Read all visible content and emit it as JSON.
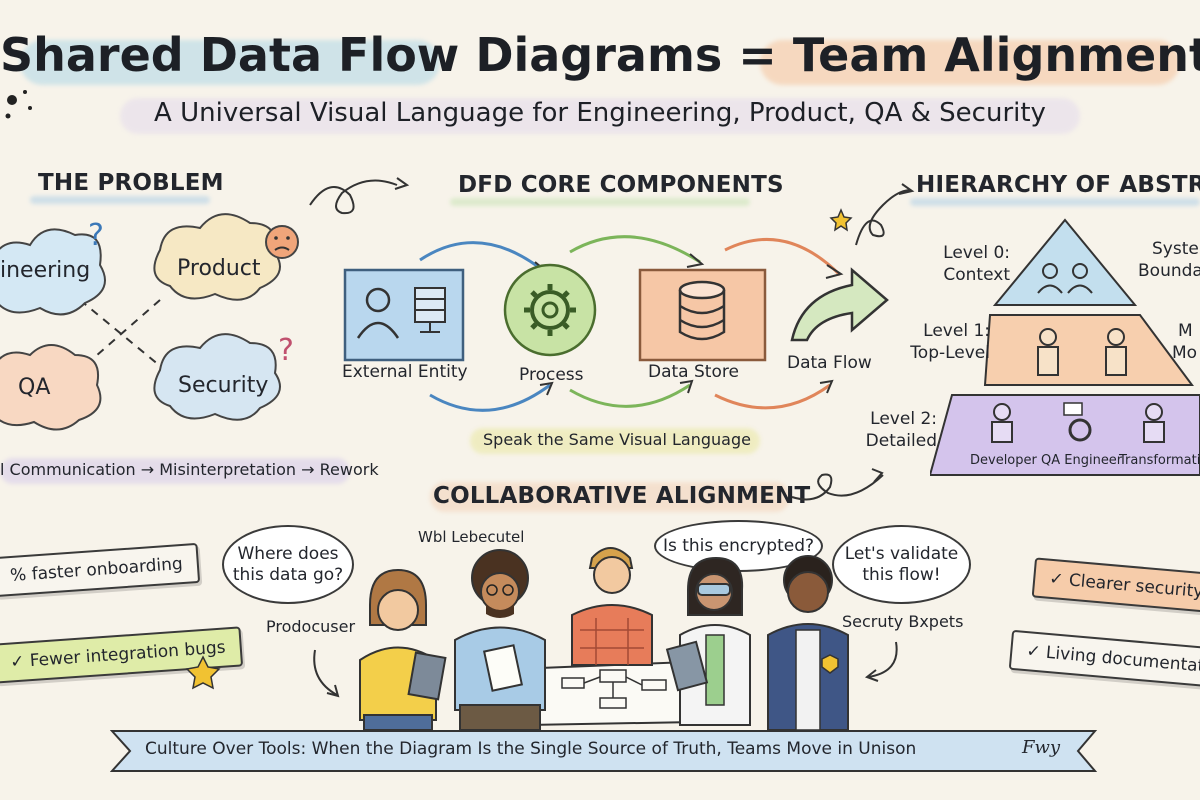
{
  "header": {
    "title": "Shared Data Flow Diagrams = Team Alignment",
    "subtitle": "A Universal Visual Language for Engineering, Product, QA & Security"
  },
  "problem": {
    "title": "THE PROBLEM",
    "clouds": [
      "ineering",
      "Product",
      "QA",
      "Security"
    ],
    "caption": "l Communication → Misinterpretation → Rework"
  },
  "components": {
    "title": "DFD CORE COMPONENTS",
    "items": [
      "External Entity",
      "Process",
      "Data Store",
      "Data Flow"
    ],
    "caption": "Speak the Same Visual Language"
  },
  "hierarchy": {
    "title": "HIERARCHY OF ABSTRAC",
    "levels": [
      {
        "line1": "Level 0:",
        "line2": "Context"
      },
      {
        "line1": "Level 1:",
        "line2": "Top-Level"
      },
      {
        "line1": "Level 2:",
        "line2": "Detailed"
      }
    ],
    "right_labels": [
      {
        "line1": "Syste",
        "line2": "Boundar"
      },
      {
        "line1": "M",
        "line2": "Mo"
      }
    ],
    "roles": [
      "Developer",
      "QA Engineer",
      "Transformation"
    ]
  },
  "collab": {
    "title": "COLLABORATIVE ALIGNMENT",
    "bubbles": [
      {
        "line1": "Where does",
        "line2": "this data go?"
      },
      {
        "line1": "Is this encrypted?",
        "line2": ""
      },
      {
        "line1": "Let's validate",
        "line2": "this flow!"
      }
    ],
    "labels": {
      "top": "Wbl Lebecutel",
      "left": "Prodocuser",
      "right": "Secruty Bxpets"
    }
  },
  "benefits": {
    "left": [
      "% faster onboarding",
      "Fewer integration bugs"
    ],
    "right": [
      "Clearer security r",
      "Living documentation"
    ]
  },
  "banner": "Culture Over Tools: When the Diagram Is the Single Source of Truth, Teams Move in Unison",
  "signature": "Fwy"
}
